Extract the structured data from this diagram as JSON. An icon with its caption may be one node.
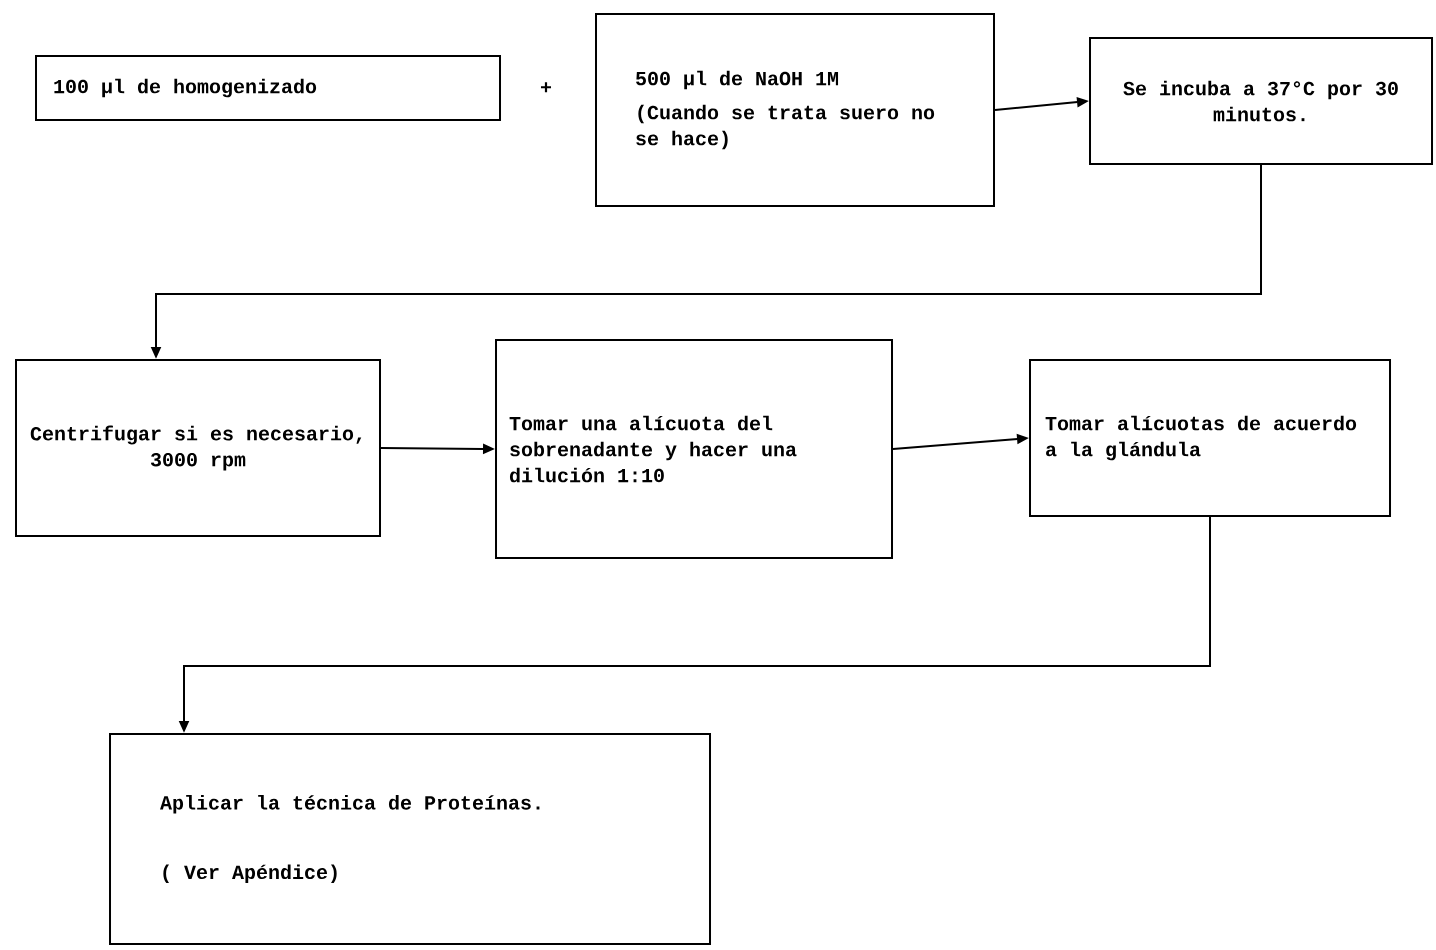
{
  "diagram": {
    "nodes": [
      {
        "text": [
          "100 µl de homogenizado"
        ]
      },
      {
        "text": [
          "500 µl de NaOH 1M",
          "(Cuando se trata suero no se hace)"
        ]
      },
      {
        "text": [
          "Se incuba a 37°C por 30 minutos."
        ]
      },
      {
        "text": [
          "Centrifugar si es necesario, 3000 rpm"
        ]
      },
      {
        "text": [
          "Tomar una alícuota del sobrenadante y hacer una dilución 1:10"
        ]
      },
      {
        "text": [
          "Tomar alícuotas de acuerdo a la glándula"
        ]
      },
      {
        "text": [
          "Aplicar la técnica de Proteínas.",
          "( Ver Apéndice)"
        ]
      }
    ],
    "edges": [
      {
        "from": 1,
        "to": 2,
        "arrow": "to"
      },
      {
        "from": 2,
        "to": 3,
        "arrow": "to"
      },
      {
        "from": 3,
        "to": 4,
        "arrow": "to"
      },
      {
        "from": 4,
        "to": 5,
        "arrow": "to"
      },
      {
        "from": 5,
        "to": 6,
        "arrow": "to"
      }
    ],
    "labels": [
      "+"
    ]
  }
}
